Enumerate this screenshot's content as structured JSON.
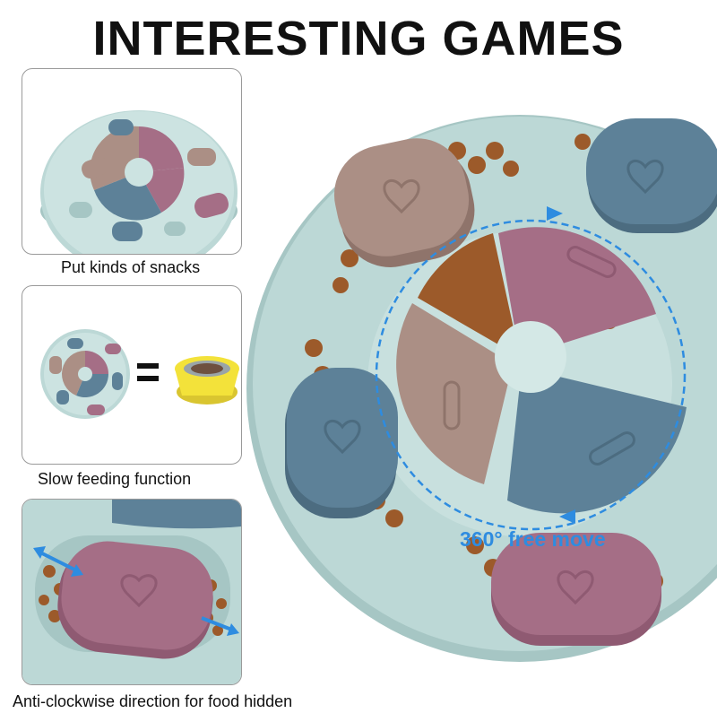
{
  "headline": "INTERESTING GAMES",
  "panels": [
    {
      "caption": "Put kinds of snacks"
    },
    {
      "caption": "Slow feeding function"
    },
    {
      "caption": "Anti-clockwise direction for food hidden"
    }
  ],
  "hero": {
    "caption": "360° free move"
  },
  "colors": {
    "tray": "#bcd8d6",
    "tray_shade": "#a6c6c4",
    "lid_brown": "#ab8f85",
    "lid_blue": "#5d8198",
    "lid_mauve": "#a56e86",
    "kibble": "#9c5a2a",
    "bowl": "#f3e23a",
    "arrow": "#2e8ce0"
  }
}
